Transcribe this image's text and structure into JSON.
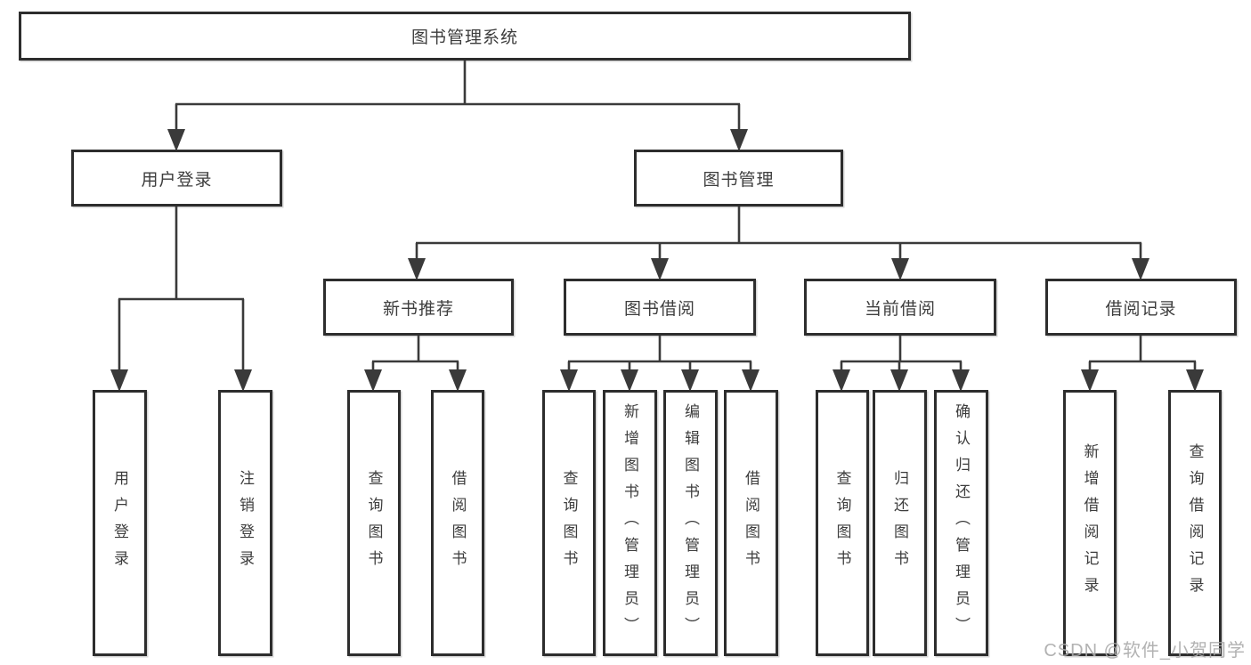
{
  "tree": {
    "root": {
      "label": "图书管理系统",
      "children": [
        {
          "label": "用户登录",
          "children": [
            {
              "label": "用户登录"
            },
            {
              "label": "注销登录"
            }
          ]
        },
        {
          "label": "图书管理",
          "children": [
            {
              "label": "新书推荐",
              "children": [
                {
                  "label": "查询图书"
                },
                {
                  "label": "借阅图书"
                }
              ]
            },
            {
              "label": "图书借阅",
              "children": [
                {
                  "label": "查询图书"
                },
                {
                  "label": "新增图书（管理员）"
                },
                {
                  "label": "编辑图书（管理员）"
                },
                {
                  "label": "借阅图书"
                }
              ]
            },
            {
              "label": "当前借阅",
              "children": [
                {
                  "label": "查询图书"
                },
                {
                  "label": "归还图书"
                },
                {
                  "label": "确认归还（管理员）"
                }
              ]
            },
            {
              "label": "借阅记录",
              "children": [
                {
                  "label": "新增借阅记录"
                },
                {
                  "label": "查询借阅记录"
                }
              ]
            }
          ]
        }
      ]
    }
  },
  "watermark": {
    "text": "CSDN @软件_小贺同学"
  },
  "colors": {
    "line": "#3a3a3a",
    "box_border": "#2d2d2d",
    "text": "#3d3d3d",
    "watermark": "#aaaaaa",
    "background": "#ffffff"
  }
}
